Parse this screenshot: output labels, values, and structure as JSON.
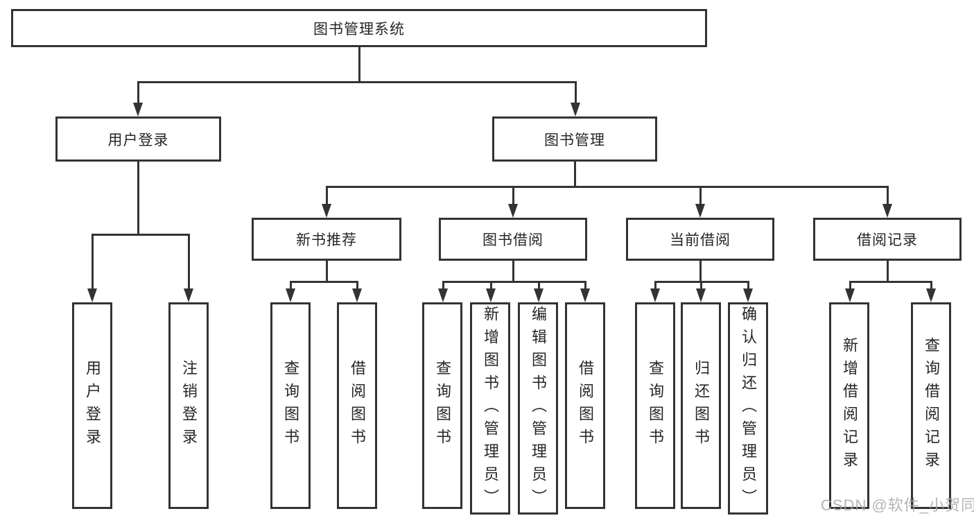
{
  "tree": {
    "label": "图书管理系统",
    "children": [
      {
        "label": "用户登录",
        "children": [
          {
            "label": "用户登录"
          },
          {
            "label": "注销登录"
          }
        ]
      },
      {
        "label": "图书管理",
        "children": [
          {
            "label": "新书推荐",
            "children": [
              {
                "label": "查询图书"
              },
              {
                "label": "借阅图书"
              }
            ]
          },
          {
            "label": "图书借阅",
            "children": [
              {
                "label": "查询图书"
              },
              {
                "label": "新增图书（管理员）"
              },
              {
                "label": "编辑图书（管理员）"
              },
              {
                "label": "借阅图书"
              }
            ]
          },
          {
            "label": "当前借阅",
            "children": [
              {
                "label": "查询图书"
              },
              {
                "label": "归还图书"
              },
              {
                "label": "确认归还（管理员）"
              }
            ]
          },
          {
            "label": "借阅记录",
            "children": [
              {
                "label": "新增借阅记录"
              },
              {
                "label": "查询借阅记录"
              }
            ]
          }
        ]
      }
    ]
  },
  "watermark": {
    "text": "CSDN @软件_小贺同学"
  },
  "colors": {
    "line": "#333333",
    "box_border": "#333333",
    "box_fill": "#ffffff",
    "text": "#262626",
    "watermark": "#a8a8a8",
    "background": "#ffffff"
  }
}
